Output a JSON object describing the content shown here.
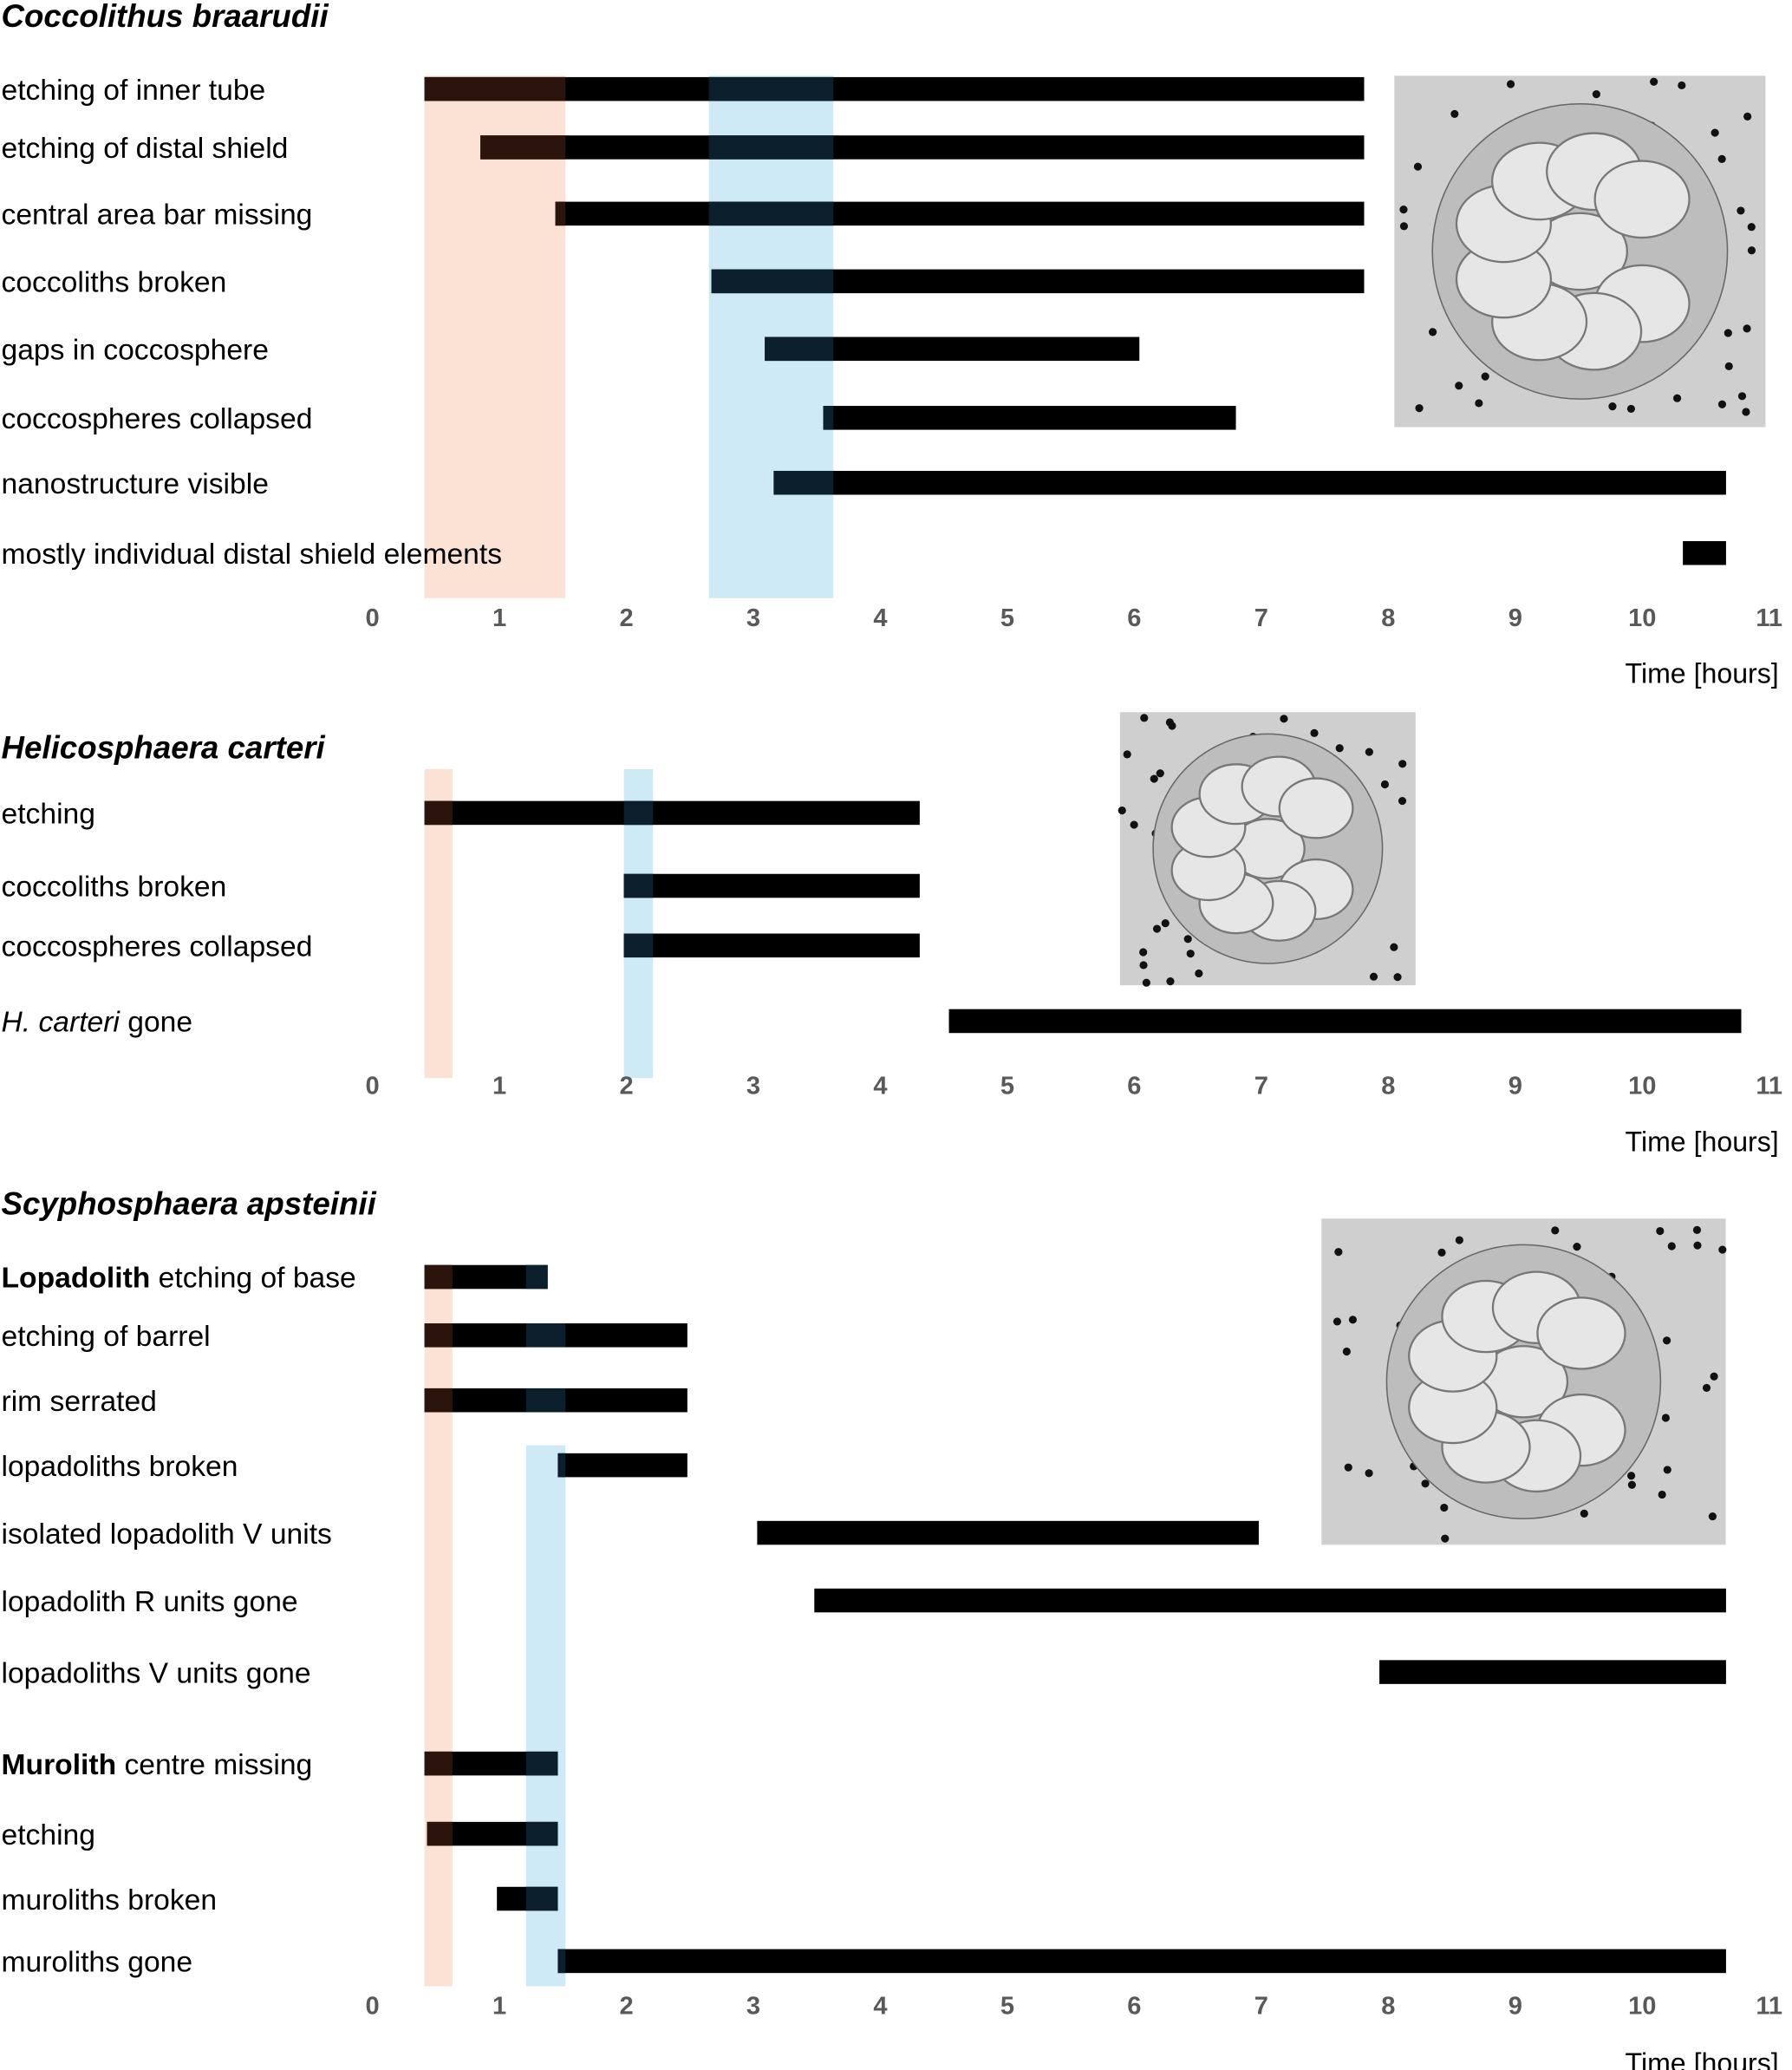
{
  "chart_data": [
    {
      "type": "bar",
      "subtype": "gantt",
      "title": "Coccolithus braarudii",
      "xlabel": "Time [hours]",
      "xlim": [
        0,
        11
      ],
      "xticks": [
        "0",
        "1",
        "2",
        "3",
        "4",
        "5",
        "6",
        "7",
        "8",
        "9",
        "10",
        "11"
      ],
      "bands": [
        {
          "name": "orange",
          "color": "#fbe2d5",
          "range": [
            0.41,
            1.52
          ]
        },
        {
          "name": "blue",
          "color": "#cdeaf6",
          "range": [
            2.65,
            3.63
          ]
        }
      ],
      "rows": [
        {
          "label": "etching of inner tube",
          "start": 0.41,
          "end": 7.81
        },
        {
          "label": "etching of distal shield",
          "start": 0.85,
          "end": 7.81
        },
        {
          "label": "central area bar missing",
          "start": 1.44,
          "end": 7.81
        },
        {
          "label": "coccoliths broken",
          "start": 2.67,
          "end": 7.81
        },
        {
          "label": "gaps in coccosphere",
          "start": 3.09,
          "end": 6.04
        },
        {
          "label": "coccospheres collapsed",
          "start": 3.55,
          "end": 6.8
        },
        {
          "label": "nanostructure visible",
          "start": 3.16,
          "end": 10.66
        },
        {
          "label": "mostly individual distal shield elements",
          "start": 10.32,
          "end": 10.66
        }
      ]
    },
    {
      "type": "bar",
      "subtype": "gantt",
      "title": "Helicosphaera carteri",
      "xlabel": "Time [hours]",
      "xlim": [
        0,
        11
      ],
      "xticks": [
        "0",
        "1",
        "2",
        "3",
        "4",
        "5",
        "6",
        "7",
        "8",
        "9",
        "10",
        "11"
      ],
      "bands": [
        {
          "name": "orange",
          "color": "#fbe2d5",
          "range": [
            0.41,
            0.63
          ]
        },
        {
          "name": "blue",
          "color": "#cdeaf6",
          "range": [
            1.98,
            2.21
          ]
        }
      ],
      "rows": [
        {
          "label": "etching",
          "start": 0.41,
          "end": 4.31
        },
        {
          "label": "coccoliths broken",
          "start": 1.98,
          "end": 4.31
        },
        {
          "label": "coccospheres collapsed",
          "start": 1.98,
          "end": 4.31
        },
        {
          "label_italic": "H. carteri",
          "label": " gone",
          "start": 4.54,
          "end": 10.78
        }
      ]
    },
    {
      "type": "bar",
      "subtype": "gantt",
      "title": "Scyphosphaera apsteinii",
      "xlabel": "Time [hours]",
      "xlim": [
        0,
        11
      ],
      "xticks": [
        "0",
        "1",
        "2",
        "3",
        "4",
        "5",
        "6",
        "7",
        "8",
        "9",
        "10",
        "11"
      ],
      "bands": [
        {
          "name": "orange",
          "color": "#fbe2d5",
          "range": [
            0.41,
            0.63
          ]
        },
        {
          "name": "blue",
          "color": "#cdeaf6",
          "range": [
            1.21,
            1.52
          ]
        }
      ],
      "rows": [
        {
          "label_bold": "Lopadolith",
          "label": " etching of base",
          "start": 0.41,
          "end": 1.38
        },
        {
          "label": "etching of barrel",
          "start": 0.41,
          "end": 2.48
        },
        {
          "label": "rim serrated",
          "start": 0.41,
          "end": 2.48
        },
        {
          "label": "lopadoliths broken",
          "start": 1.46,
          "end": 2.48
        },
        {
          "label": "isolated lopadolith V units",
          "start": 3.03,
          "end": 6.98
        },
        {
          "label": "lopadolith R units gone",
          "start": 3.48,
          "end": 10.66
        },
        {
          "label": "lopadoliths V units gone",
          "start": 7.93,
          "end": 10.66
        },
        {
          "label_bold": "Murolith",
          "label": " centre missing",
          "start": 0.41,
          "end": 1.46
        },
        {
          "label": "etching",
          "start": 0.43,
          "end": 1.46
        },
        {
          "label": "muroliths broken",
          "start": 0.98,
          "end": 1.46
        },
        {
          "label": "muroliths gone",
          "start": 1.46,
          "end": 10.66
        }
      ]
    }
  ],
  "colors": {
    "bar": "#000000",
    "bar_on_orange": "#2b140c",
    "bar_on_blue": "#0b202c",
    "tick": "#595959"
  }
}
